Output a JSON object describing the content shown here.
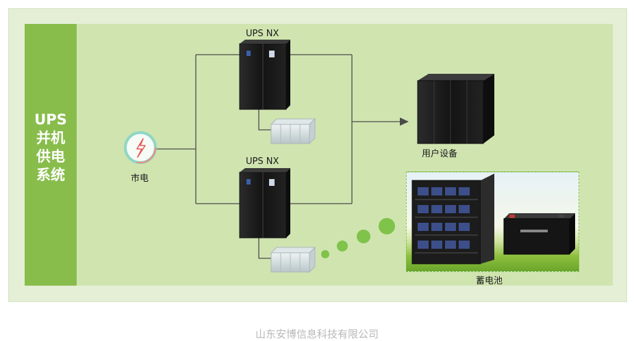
{
  "side_title": "UPS\n并机\n供电\n系统",
  "labels": {
    "ups_top": "UPS NX",
    "ups_bottom": "UPS NX",
    "mains": "市电",
    "load": "用户设备",
    "battery": "蓄电池"
  },
  "footer": "山东安博信息科技有限公司",
  "colors": {
    "outer_frame": "#e4efd6",
    "panel": "#d0e4b0",
    "side_bar": "#88bd4c",
    "line": "#4a4a4a",
    "dots": "#7fc34a"
  }
}
